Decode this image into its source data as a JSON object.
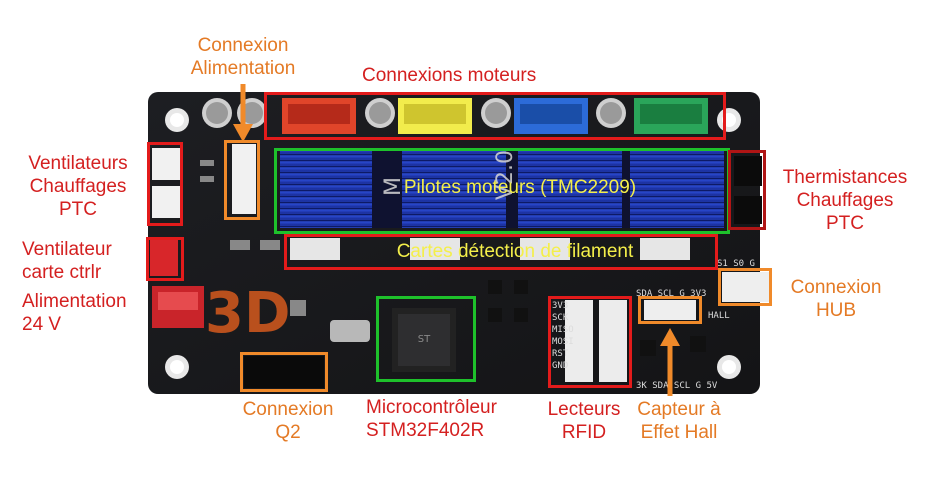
{
  "labels": {
    "power_connection": [
      "Connexion",
      "Alimentation"
    ],
    "motor_connections": "Connexions moteurs",
    "ptc_heater_fans": [
      "Ventilateurs",
      "Chauffages",
      "PTC"
    ],
    "board_fan": [
      "Ventilateur",
      "carte ctrlr"
    ],
    "power_24v": [
      "Alimentation",
      "24 V"
    ],
    "ptc_thermistors": [
      "Thermistances",
      "Chauffages",
      "PTC"
    ],
    "hub_connection": [
      "Connexion",
      "HUB"
    ],
    "motor_drivers": "Pilotes moteurs (TMC2209)",
    "filament_detection": "Cartes détection de filament",
    "q2_connection": [
      "Connexion",
      "Q2"
    ],
    "microcontroller": [
      "Microcontrôleur",
      "STM32F402R"
    ],
    "rfid_readers": [
      "Lecteurs",
      "RFID"
    ],
    "hall_sensor": [
      "Capteur à",
      "Effet Hall"
    ]
  },
  "board_silkscreen": {
    "logo": "3D",
    "chip_pins": [
      "3V3",
      "SCK",
      "MISO",
      "MOSI",
      "RST",
      "GND"
    ],
    "hall_pins": "SDA SCL G 3V3",
    "bottom_pins": "3K SDA SCL G 5V",
    "s_pins": "S1 S0 G",
    "hall_tag": "HALL",
    "driver_marks": [
      "M",
      "V2.0"
    ]
  },
  "colors": {
    "red": "#e31b1b",
    "orange": "#f08a2a",
    "green": "#1ec12b",
    "yellow": "#f4ef4a",
    "board": "#1a1a1c",
    "heatsink": "#1f3bb0"
  }
}
